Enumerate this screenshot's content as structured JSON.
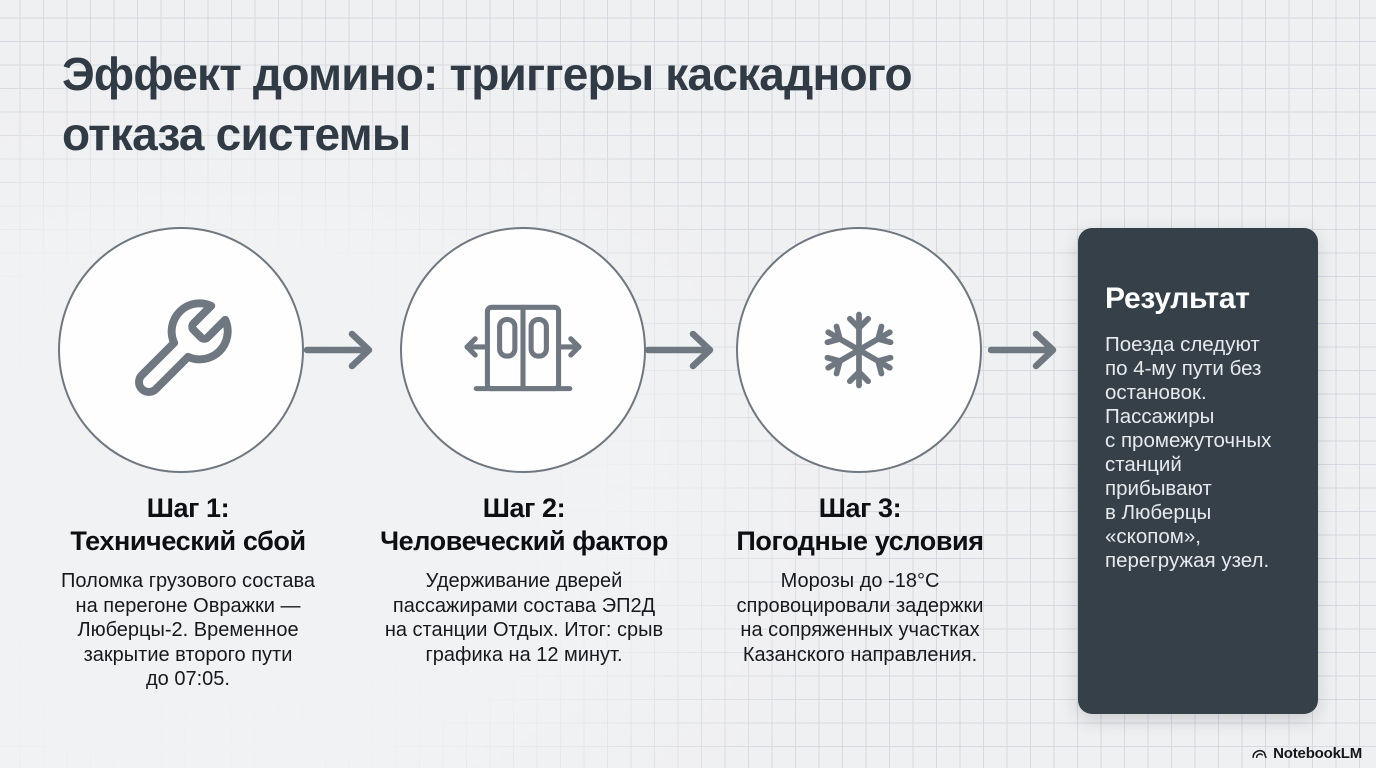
{
  "title": "Эффект домино: триггеры каскадного отказа системы",
  "steps": [
    {
      "icon": "wrench-icon",
      "heading_line1": "Шаг 1:",
      "heading_line2": "Технический сбой",
      "description": "Поломка грузового состава\nна перегоне Овражки —\nЛюберцы-2. Временное\nзакрытие второго пути\nдо 07:05."
    },
    {
      "icon": "train-doors-icon",
      "heading_line1": "Шаг 2:",
      "heading_line2": "Человеческий фактор",
      "description": "Удерживание дверей\nпассажирами состава ЭП2Д\nна станции Отдых. Итог: срыв\nграфика на 12 минут."
    },
    {
      "icon": "snowflake-icon",
      "heading_line1": "Шаг 3:",
      "heading_line2": "Погодные условия",
      "description": "Морозы до -18°C\nспровоцировали задержки\nна сопряженных участках\nКазанского направления."
    }
  ],
  "result": {
    "title": "Результат",
    "text": "Поезда следуют\nпо 4-му пути без\nостановок.\nПассажиры\nс промежуточных\nстанций прибывают\nв Люберцы «скопом»,\nперегружая узел."
  },
  "footer": {
    "brand": "NotebookLM"
  },
  "colors": {
    "page_bg": "#eff0f2",
    "grid_line": "#d6d9df",
    "title_text": "#313b45",
    "step_heading_text": "#0d0f12",
    "step_body_text": "#17191d",
    "shape_stroke": "#6f7881",
    "circle_fill": "#fefefe",
    "panel_bg": "#364049",
    "panel_title_text": "#ffffff",
    "panel_body_text": "#e7eaed",
    "brand_text": "#15171a"
  }
}
